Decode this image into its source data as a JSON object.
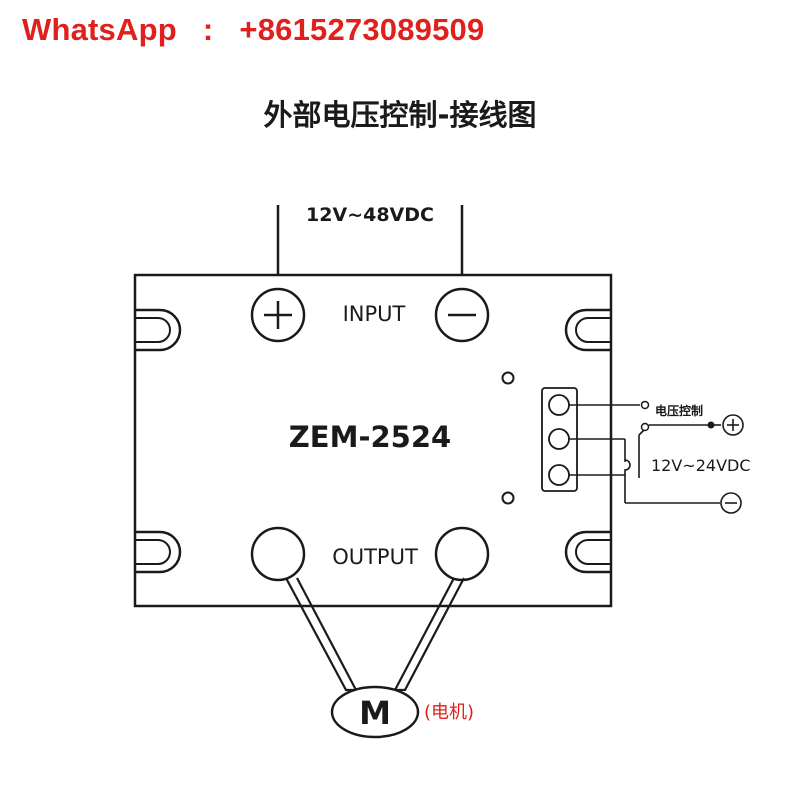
{
  "contact": {
    "label": "WhatsApp",
    "separator": ":",
    "phone": "+8615273089509"
  },
  "diagram": {
    "title": "外部电压控制-接线图",
    "supply_voltage": "12V~48VDC",
    "input_label": "INPUT",
    "output_label": "OUTPUT",
    "model": "ZEM-2524",
    "control_label": "电压控制",
    "control_voltage": "12V~24VDC",
    "motor_symbol": "M",
    "motor_note": "(电机)"
  },
  "colors": {
    "accent_red": "#e0201c",
    "line": "#1a1a1a"
  },
  "icons": [
    "plus-icon",
    "minus-icon"
  ]
}
